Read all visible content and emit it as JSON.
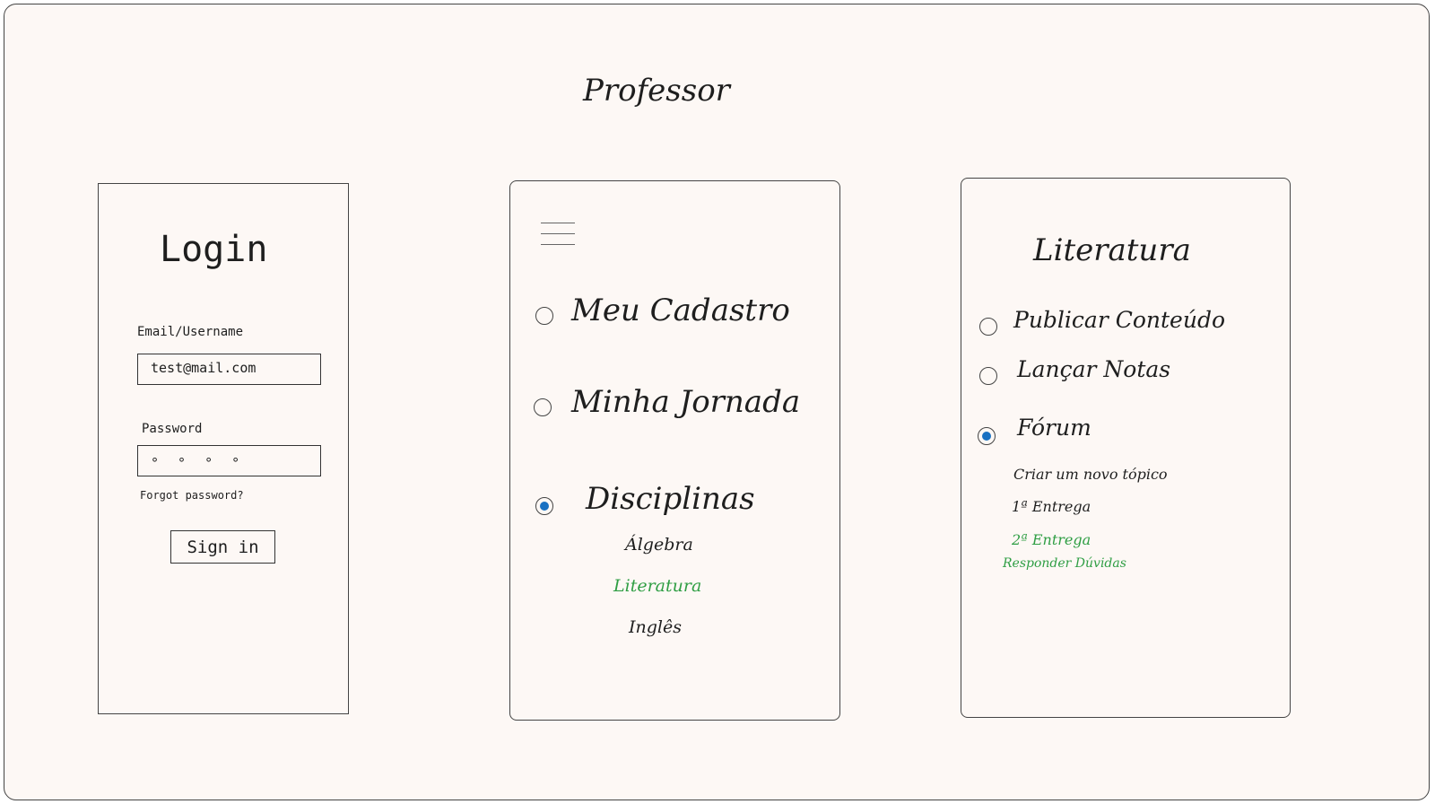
{
  "page": {
    "title": "Professor"
  },
  "login": {
    "title": "Login",
    "email_label": "Email/Username",
    "email_value": "test@mail.com",
    "password_label": "Password",
    "password_value": "∘ ∘ ∘ ∘",
    "forgot": "Forgot password?",
    "signin": "Sign in"
  },
  "menu": {
    "items": [
      {
        "label": "Meu Cadastro",
        "checked": false
      },
      {
        "label": "Minha Jornada",
        "checked": false
      },
      {
        "label": "Disciplinas",
        "checked": true
      }
    ],
    "subjects": [
      {
        "label": "Álgebra"
      },
      {
        "label": "Literatura",
        "color": "#2f9e44"
      },
      {
        "label": "Inglês"
      }
    ]
  },
  "literatura": {
    "title": "Literatura",
    "items": [
      {
        "label": "Publicar Conteúdo",
        "checked": false
      },
      {
        "label": "Lançar Notas",
        "checked": false
      },
      {
        "label": "Fórum",
        "checked": true
      }
    ],
    "forum": {
      "new_topic": "Criar um novo tópico",
      "entrega1": "1ª Entrega",
      "entrega2": "2ª Entrega",
      "responder": "Responder Dúvidas"
    }
  },
  "colors": {
    "accent": "#1971c2",
    "highlight": "#2f9e44",
    "background": "#fdf8f5"
  }
}
